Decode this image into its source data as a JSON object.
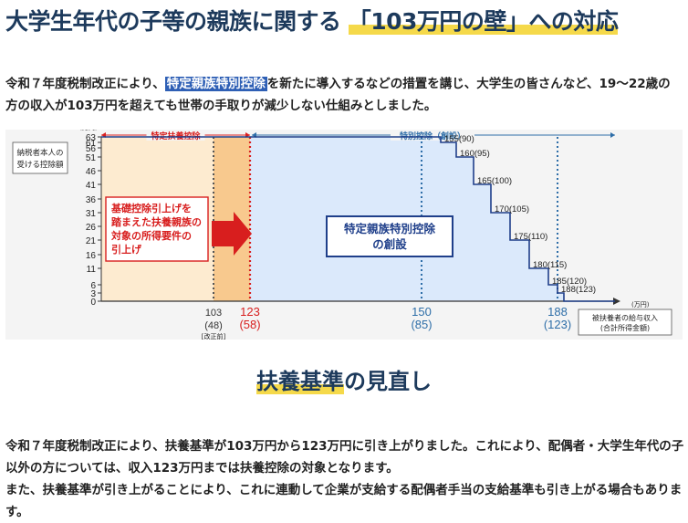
{
  "header": {
    "title_pre": "大学生年代の子等の親族に関する",
    "title_highlight": "「103万円の壁」への対応"
  },
  "intro": {
    "part1": "令和７年度税制改正により、",
    "term": "特定親族特別控除",
    "part2": "を新たに導入するなどの措置を講じ、大学生の皆さんなど、19～22歳の方の収入が103万円を超えても世帯の手取りが減少しない仕組みとしました。"
  },
  "chart_data": {
    "type": "line",
    "y_axis_title": "納税者本人の受ける控除額",
    "y_unit": "(万円)",
    "x_unit": "(万円)",
    "y_ticks": [
      0,
      3,
      6,
      11,
      16,
      21,
      26,
      31,
      36,
      41,
      46,
      51,
      56,
      61,
      63
    ],
    "x_axis_title": "被扶養者の給与収入\n(合計所得金額)",
    "ylim": [
      0,
      63
    ],
    "xlim": [
      90,
      200
    ],
    "x_markers": [
      {
        "label": "103",
        "sub": "(48)",
        "note": "[改正前]",
        "value": 103,
        "color": "#333333"
      },
      {
        "label": "123",
        "sub": "(58)",
        "value": 123,
        "color": "#d81e1e"
      },
      {
        "label": "150",
        "sub": "(85)",
        "value": 150,
        "color": "#2e6ea8"
      },
      {
        "label": "188",
        "sub": "(123)",
        "value": 188,
        "color": "#2e6ea8"
      }
    ],
    "series": [
      {
        "values": [
          {
            "x": 90,
            "y": 63
          },
          {
            "x": 150,
            "y": 63
          },
          {
            "x": 155,
            "y": 61
          },
          {
            "x": 160,
            "y": 51
          },
          {
            "x": 165,
            "y": 41
          },
          {
            "x": 170,
            "y": 31
          },
          {
            "x": 175,
            "y": 21
          },
          {
            "x": 180,
            "y": 11
          },
          {
            "x": 185,
            "y": 6
          },
          {
            "x": 188,
            "y": 3
          },
          {
            "x": 190,
            "y": 0
          },
          {
            "x": 200,
            "y": 0
          }
        ]
      }
    ],
    "step_labels": [
      {
        "text": "155(90)",
        "x": 155,
        "y": 61
      },
      {
        "text": "160(95)",
        "x": 160,
        "y": 51
      },
      {
        "text": "165(100)",
        "x": 165,
        "y": 41
      },
      {
        "text": "170(105)",
        "x": 170,
        "y": 31
      },
      {
        "text": "175(110)",
        "x": 175,
        "y": 21
      },
      {
        "text": "180(115)",
        "x": 180,
        "y": 11
      },
      {
        "text": "185(120)",
        "x": 185,
        "y": 6
      },
      {
        "text": "188(123)",
        "x": 188,
        "y": 3
      }
    ],
    "band_labels": {
      "specific": "特定扶養控除",
      "special": "特別控除（創設）"
    },
    "callout_red": [
      "基礎控除引上げを",
      "踏まえた扶養親族の",
      "対象の所得要件の",
      "引上げ"
    ],
    "callout_blue": [
      "特定親族特別控除",
      "の創設"
    ],
    "colors": {
      "red": "#d81e1e",
      "blue": "#2e6ea8",
      "navy": "#1f3f8a",
      "peach": "#fdebd0",
      "orange": "#f8c98e",
      "lightblue": "#dbe9fb"
    }
  },
  "section2": {
    "title_highlight": "扶養基準",
    "title_rest": "の見直し",
    "body": "令和７年度税制改正により、扶養基準が103万円から123万円に引き上がりました。これにより、配偶者・大学生年代の子以外の方については、収入123万円までは扶養控除の対象となります。\nまた、扶養基準が引き上がることにより、これに連動して企業が支給する配偶者手当の支給基準も引き上がる場合もあります。"
  }
}
